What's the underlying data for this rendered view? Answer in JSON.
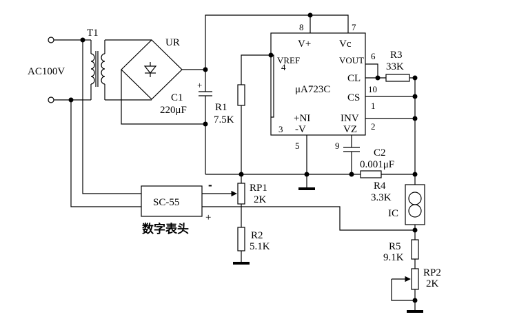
{
  "labels": {
    "ac_input": "AC100V",
    "transformer": "T1",
    "rectifier": "UR",
    "c1_name": "C1",
    "c1_value": "220μF",
    "c1_plus": "+",
    "r1_name": "R1",
    "r1_value": "7.5K",
    "ic_name": "μA723C",
    "pin_vplus": "V+",
    "pin_vc": "Vc",
    "pin_vref": "VREF",
    "pin_vout": "VOUT",
    "pin_cl": "CL",
    "pin_cs": "CS",
    "pin_ni": "+NI",
    "pin_minus_v": "-V",
    "pin_inv": "INV",
    "pin_vz": "VZ",
    "pin8": "8",
    "pin7": "7",
    "pin6": "6",
    "pin4": "4",
    "pin10": "10",
    "pin1": "1",
    "pin3": "3",
    "pin2": "2",
    "pin5": "5",
    "pin9": "9",
    "r3_name": "R3",
    "r3_value": "33K",
    "c2_name": "C2",
    "c2_value": "0.001μF",
    "r4_name": "R4",
    "r4_value": "3.3K",
    "ic_sensor": "IC",
    "rp1_name": "RP1",
    "rp1_value": "2K",
    "meter_name": "SC-55",
    "meter_minus": "-",
    "meter_plus": "+",
    "meter_caption": "数字表头",
    "r2_name": "R2",
    "r2_value": "5.1K",
    "r5_name": "R5",
    "r5_value": "9.1K",
    "rp2_name": "RP2",
    "rp2_value": "2K"
  }
}
